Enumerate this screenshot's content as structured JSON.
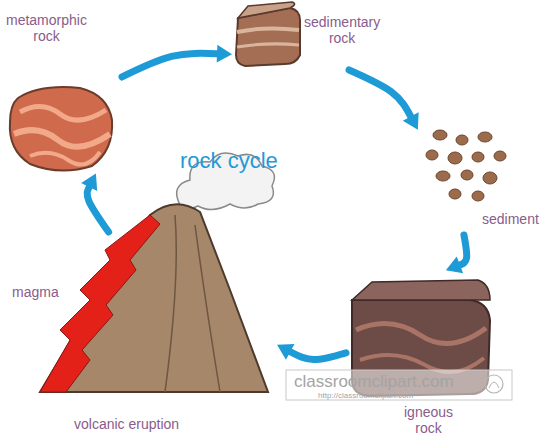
{
  "diagram": {
    "title": "rock cycle",
    "nodes": [
      {
        "text": [
          "metamorphic rock"
        ]
      },
      {
        "text": [
          "sedimentary rock"
        ]
      },
      {
        "text": [
          "sediment"
        ]
      },
      {
        "text": [
          "igneous rock"
        ]
      },
      {
        "text": [
          "magma",
          "volcanic eruption"
        ]
      }
    ],
    "edges": [
      {
        "from": 0,
        "to": 1,
        "arrow": "to"
      },
      {
        "from": 1,
        "to": 2,
        "arrow": "to"
      },
      {
        "from": 2,
        "to": 3,
        "arrow": "to"
      },
      {
        "from": 3,
        "to": 4,
        "arrow": "to"
      },
      {
        "from": 4,
        "to": 0,
        "arrow": "to"
      }
    ],
    "labels": [
      "classroomclipart.com",
      "http://classroomclipart.com"
    ]
  }
}
